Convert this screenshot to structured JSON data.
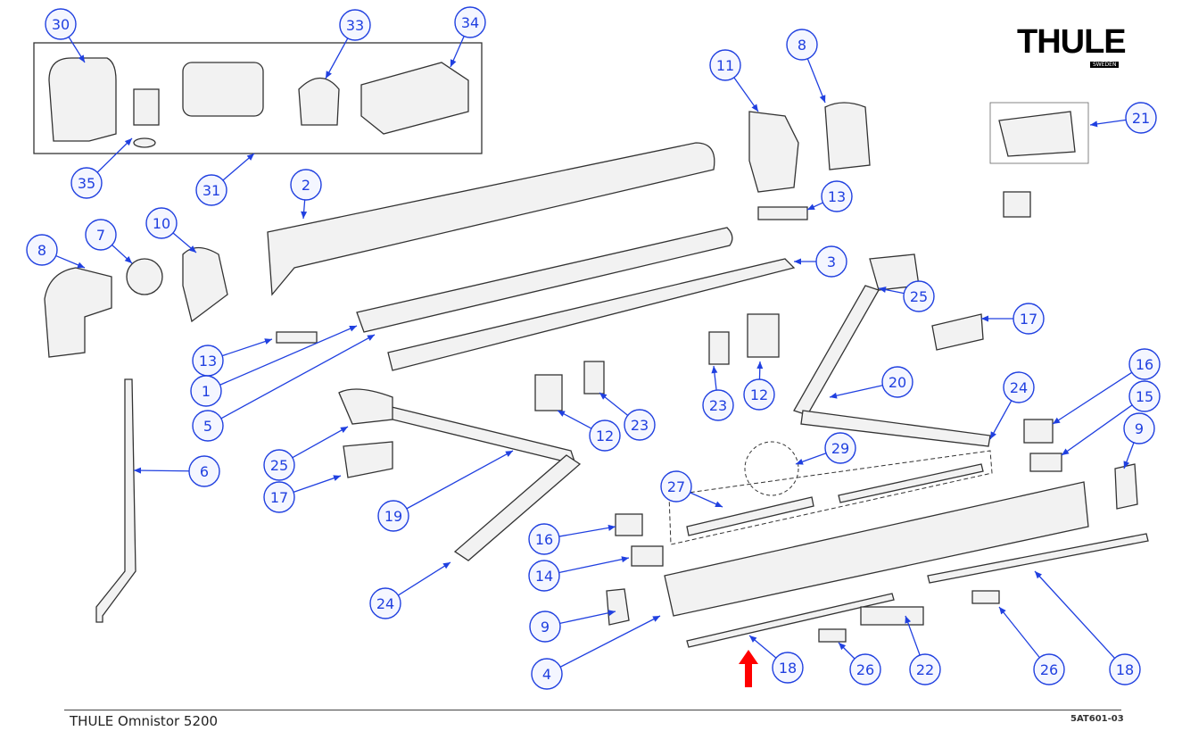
{
  "brand": {
    "logo": "THULE",
    "logo_sub": "SWEDEN"
  },
  "footer": {
    "title": "THULE Omnistor 5200",
    "code": "5AT601-03"
  },
  "callouts": [
    "30",
    "33",
    "34",
    "35",
    "31",
    "2",
    "11",
    "8",
    "21",
    "13",
    "3",
    "25",
    "17",
    "8",
    "7",
    "10",
    "13",
    "1",
    "5",
    "6",
    "25",
    "17",
    "12",
    "23",
    "23",
    "12",
    "20",
    "24",
    "16",
    "15",
    "9",
    "29",
    "27",
    "19",
    "16",
    "14",
    "9",
    "24",
    "4",
    "18",
    "26",
    "22",
    "26",
    "18"
  ],
  "colors": {
    "callout": "#2040e0",
    "callout_fill": "#f4f6ff",
    "highlight_arrow": "#ff0000",
    "part_stroke": "#333333"
  }
}
